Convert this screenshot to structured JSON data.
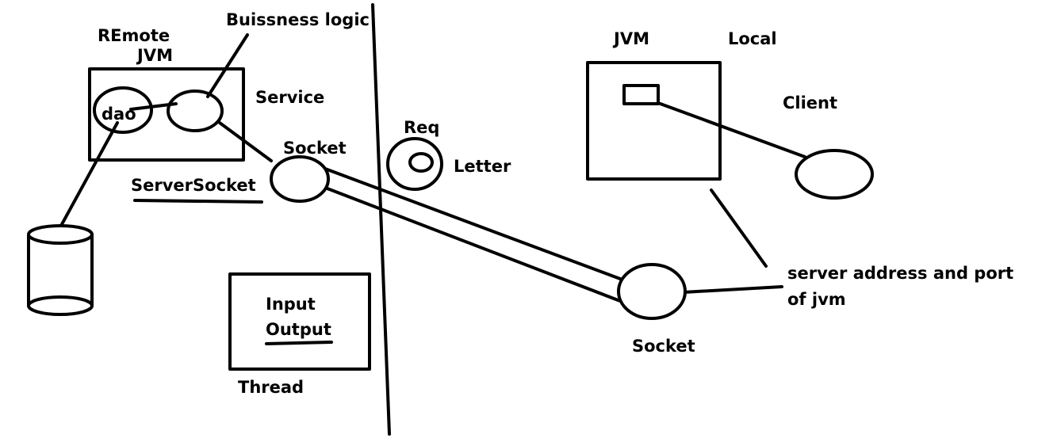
{
  "labels": {
    "remote": "REmote",
    "remote_jvm": "JVM",
    "business_logic": "Buissness logic",
    "service": "Service",
    "dao": "dao",
    "server_socket": "ServerSocket",
    "socket_server_side": "Socket",
    "req": "Req",
    "letter": "Letter",
    "input": "Input",
    "output": "Output",
    "thread": "Thread",
    "local_jvm": "JVM",
    "local": "Local",
    "client": "Client",
    "server_address_line1": "server address and port",
    "server_address_line2": "of jvm",
    "socket_client_side": "Socket"
  },
  "colors": {
    "ink": "#000000",
    "background": "#ffffff"
  }
}
